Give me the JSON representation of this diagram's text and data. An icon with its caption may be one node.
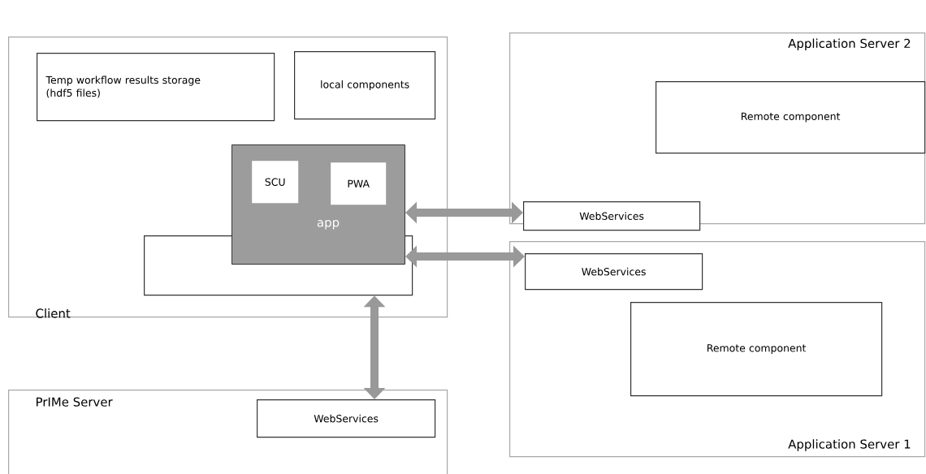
{
  "diagram": {
    "nodes": [
      {
        "text": [
          "Client"
        ]
      },
      {
        "text": [
          "Temp workflow results storage (hdf5 files)"
        ],
        "in": 0
      },
      {
        "text": [
          "local components"
        ],
        "in": 0
      },
      {
        "text": [],
        "shape": "box",
        "in": 0
      },
      {
        "text": [
          "app"
        ],
        "in": 0
      },
      {
        "text": [
          "SCU"
        ],
        "in": 4
      },
      {
        "text": [
          "PWA"
        ],
        "in": 4
      },
      {
        "text": [
          "Application Server 2"
        ]
      },
      {
        "text": [
          "Remote component"
        ],
        "in": 7
      },
      {
        "text": [
          "WebServices"
        ]
      },
      {
        "text": [
          "Application Server 1"
        ]
      },
      {
        "text": [
          "WebServices"
        ],
        "in": 10
      },
      {
        "text": [
          "Remote component"
        ],
        "in": 10
      },
      {
        "text": [
          "PrIMe Server"
        ]
      },
      {
        "text": [
          "WebServices"
        ],
        "in": 13
      }
    ],
    "edges": [
      {
        "from": 4,
        "to": 9,
        "arrow": "both"
      },
      {
        "from": 4,
        "to": 11,
        "arrow": "both"
      },
      {
        "from": 3,
        "to": 14,
        "arrow": "both"
      }
    ]
  }
}
